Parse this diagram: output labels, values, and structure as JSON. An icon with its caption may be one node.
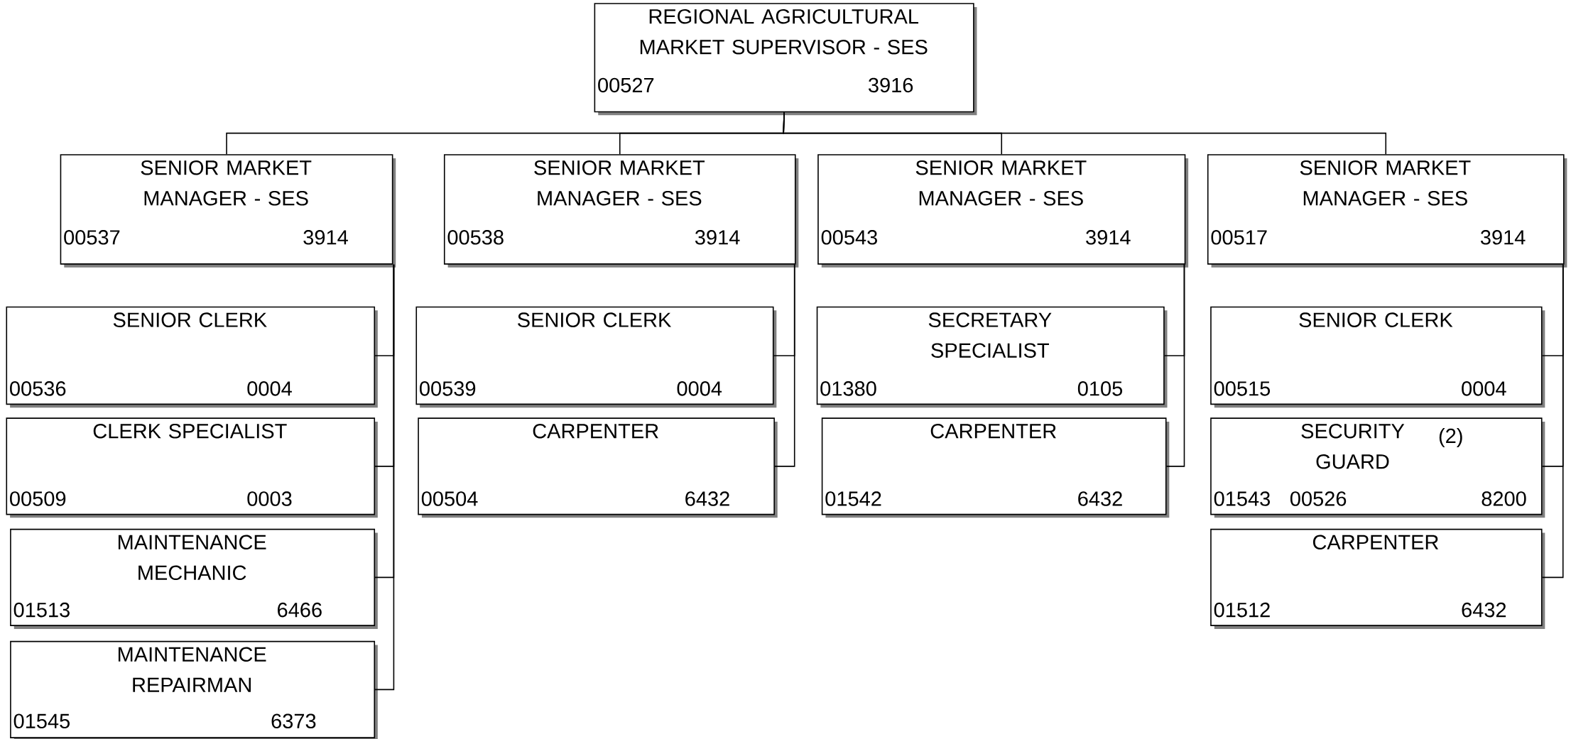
{
  "diagram": {
    "nodes": [
      {
        "text": [
          "REGIONAL AGRICULTURAL MARKET SUPERVISOR - SES",
          "00527",
          "3916"
        ]
      },
      {
        "text": [
          "SENIOR MARKET MANAGER - SES",
          "00537",
          "3914"
        ]
      },
      {
        "text": [
          "SENIOR MARKET MANAGER - SES",
          "00538",
          "3914"
        ]
      },
      {
        "text": [
          "SENIOR MARKET MANAGER - SES",
          "00543",
          "3914"
        ]
      },
      {
        "text": [
          "SENIOR MARKET MANAGER - SES",
          "00517",
          "3914"
        ]
      },
      {
        "text": [
          "SENIOR CLERK",
          "00536",
          "0004"
        ]
      },
      {
        "text": [
          "CLERK SPECIALIST",
          "00509",
          "0003"
        ]
      },
      {
        "text": [
          "MAINTENANCE MECHANIC",
          "01513",
          "6466"
        ]
      },
      {
        "text": [
          "MAINTENANCE REPAIRMAN",
          "01545",
          "6373"
        ]
      },
      {
        "text": [
          "SENIOR CLERK",
          "00539",
          "0004"
        ]
      },
      {
        "text": [
          "CARPENTER",
          "00504",
          "6432"
        ]
      },
      {
        "text": [
          "SECRETARY SPECIALIST",
          "01380",
          "0105"
        ]
      },
      {
        "text": [
          "CARPENTER",
          "01542",
          "6432"
        ]
      },
      {
        "text": [
          "SENIOR CLERK",
          "00515",
          "0004"
        ]
      },
      {
        "text": [
          "SECURITY GUARD",
          "(2)",
          "01543",
          "00526",
          "8200"
        ]
      },
      {
        "text": [
          "CARPENTER",
          "01512",
          "6432"
        ]
      }
    ],
    "edges": [
      {
        "from": 0,
        "to": 1,
        "arrow": "none"
      },
      {
        "from": 0,
        "to": 2,
        "arrow": "none"
      },
      {
        "from": 0,
        "to": 3,
        "arrow": "none"
      },
      {
        "from": 0,
        "to": 4,
        "arrow": "none"
      },
      {
        "from": 1,
        "to": 5,
        "arrow": "none"
      },
      {
        "from": 1,
        "to": 6,
        "arrow": "none"
      },
      {
        "from": 1,
        "to": 7,
        "arrow": "none"
      },
      {
        "from": 1,
        "to": 8,
        "arrow": "none"
      },
      {
        "from": 2,
        "to": 9,
        "arrow": "none"
      },
      {
        "from": 2,
        "to": 10,
        "arrow": "none"
      },
      {
        "from": 3,
        "to": 11,
        "arrow": "none"
      },
      {
        "from": 3,
        "to": 12,
        "arrow": "none"
      },
      {
        "from": 4,
        "to": 13,
        "arrow": "none"
      },
      {
        "from": 4,
        "to": 14,
        "arrow": "none"
      },
      {
        "from": 4,
        "to": 15,
        "arrow": "none"
      }
    ]
  }
}
